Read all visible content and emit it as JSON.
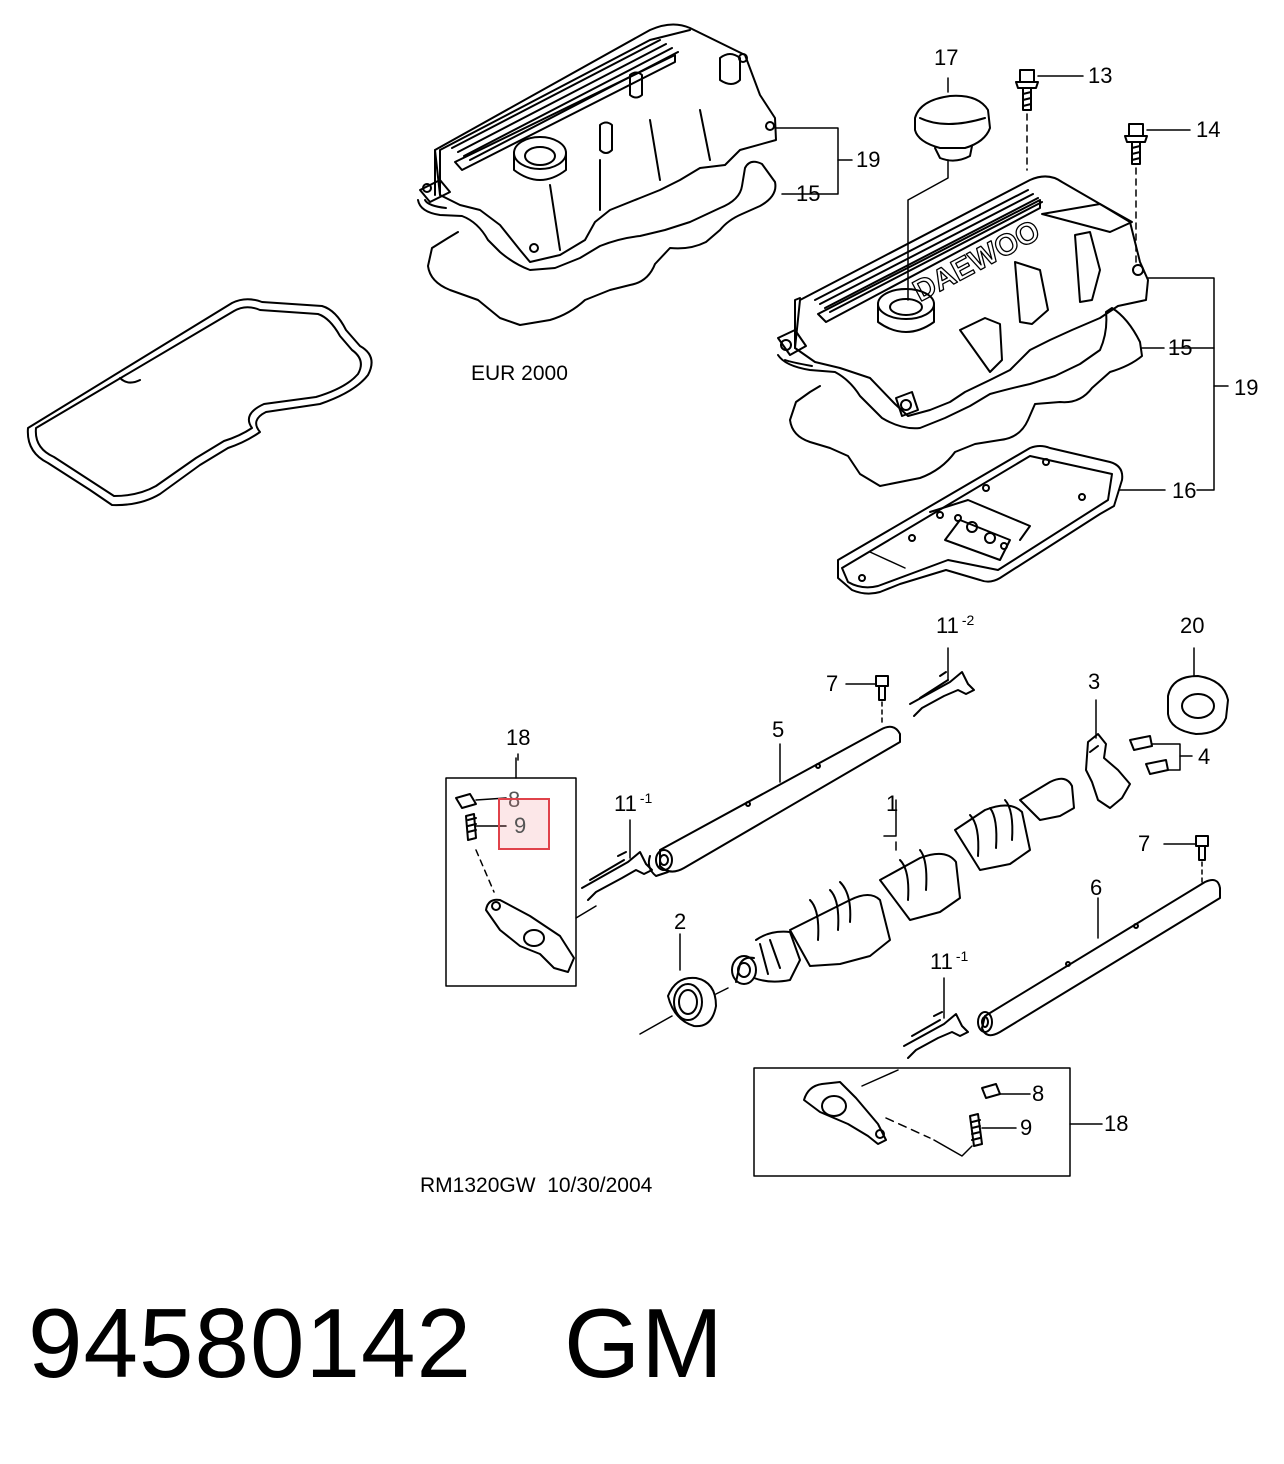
{
  "colors": {
    "line": "#000000",
    "highlight": "#e0424a",
    "background": "#ffffff"
  },
  "labels": {
    "l17": "17",
    "l13": "13",
    "l14": "14",
    "l19a": "19",
    "l15a": "15",
    "l15b": "15",
    "l19b": "19",
    "l16": "16",
    "l11b": "11",
    "l11b_sup": "-2",
    "l20": "20",
    "l7a": "7",
    "l3": "3",
    "l5": "5",
    "l4": "4",
    "l18a": "18",
    "l8a": "8",
    "l9a": "9",
    "l11a": "11",
    "l11a_sup": "-1",
    "l1": "1",
    "l7b": "7",
    "l6": "6",
    "l2": "2",
    "l11c": "11",
    "l11c_sup": "-1",
    "l8b": "8",
    "l9b": "9",
    "l18b": "18"
  },
  "cover_logo": "DAEWOO",
  "variant_label": "EUR 2000",
  "drawing_ref": "RM1320GW  10/30/2004",
  "part_number": "94580142",
  "brand": "GM",
  "highlighted_callout": "9"
}
